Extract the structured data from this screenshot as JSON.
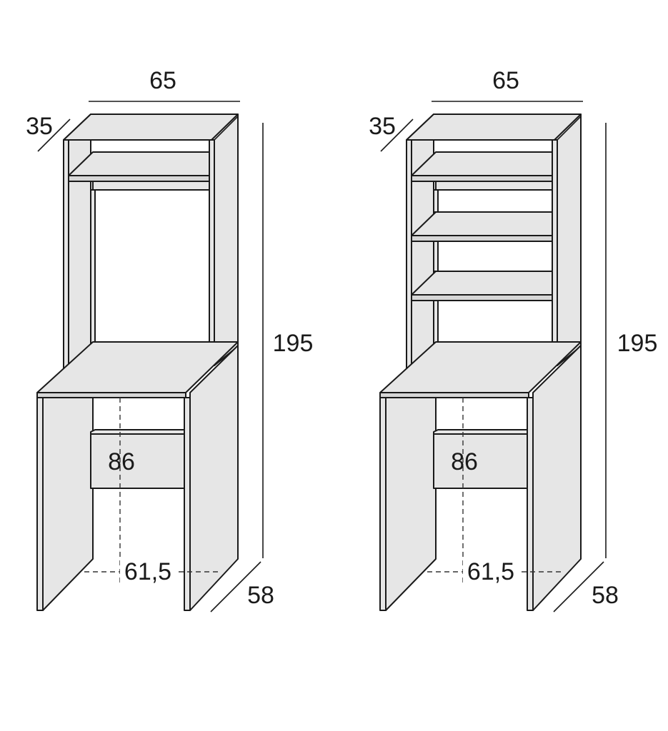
{
  "units": [
    {
      "id": "left",
      "labels": {
        "width": "65",
        "depth_top": "35",
        "height": "195",
        "desk_height": "86",
        "inner_width": "61,5",
        "depth_base": "58"
      },
      "shelves_visible": 1
    },
    {
      "id": "right",
      "labels": {
        "width": "65",
        "depth_top": "35",
        "height": "195",
        "desk_height": "86",
        "inner_width": "61,5",
        "depth_base": "58"
      },
      "shelves_visible": 3
    }
  ]
}
